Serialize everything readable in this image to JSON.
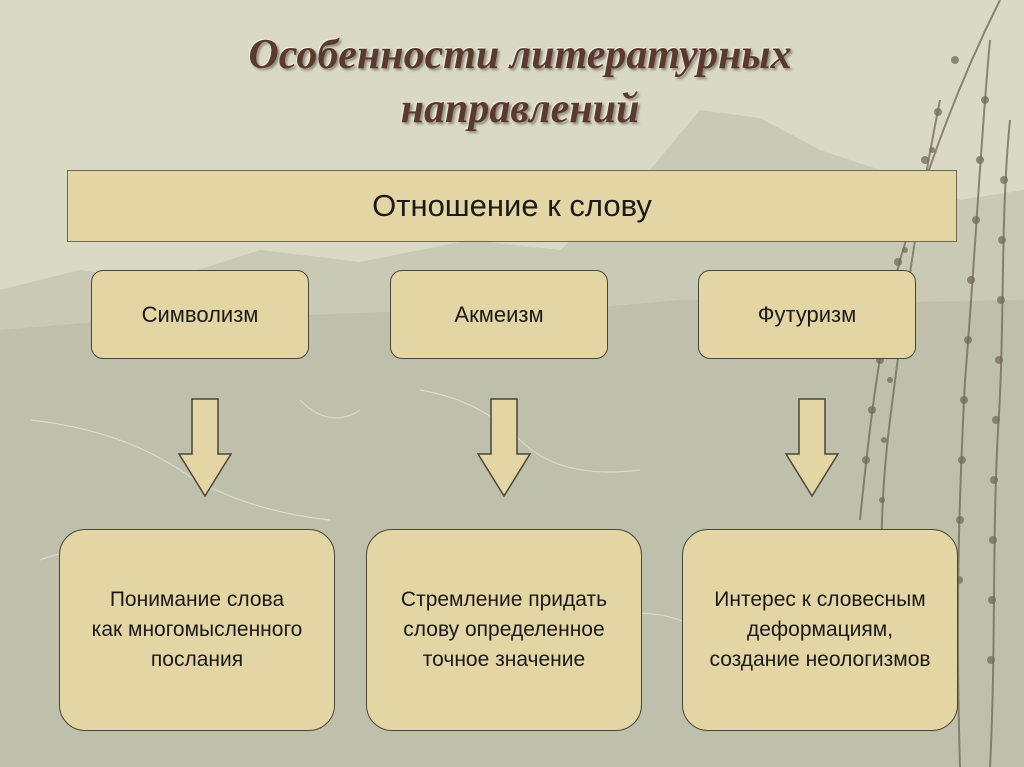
{
  "title": "Особенности литературных\nнаправлений",
  "header": "Отношение к слову",
  "categories": [
    "Символизм",
    "Акмеизм",
    "Футуризм"
  ],
  "descriptions": [
    "Понимание слова\nкак многомысленного\nпослания",
    "Стремление придать\nслову определенное\nточное значение",
    "Интерес к словесным\nдеформациям,\nсоздание неологизмов"
  ],
  "colors": {
    "box_fill": "#e4d5a4",
    "title_text": "#5a3a2e",
    "background": "#d6d6c2"
  }
}
